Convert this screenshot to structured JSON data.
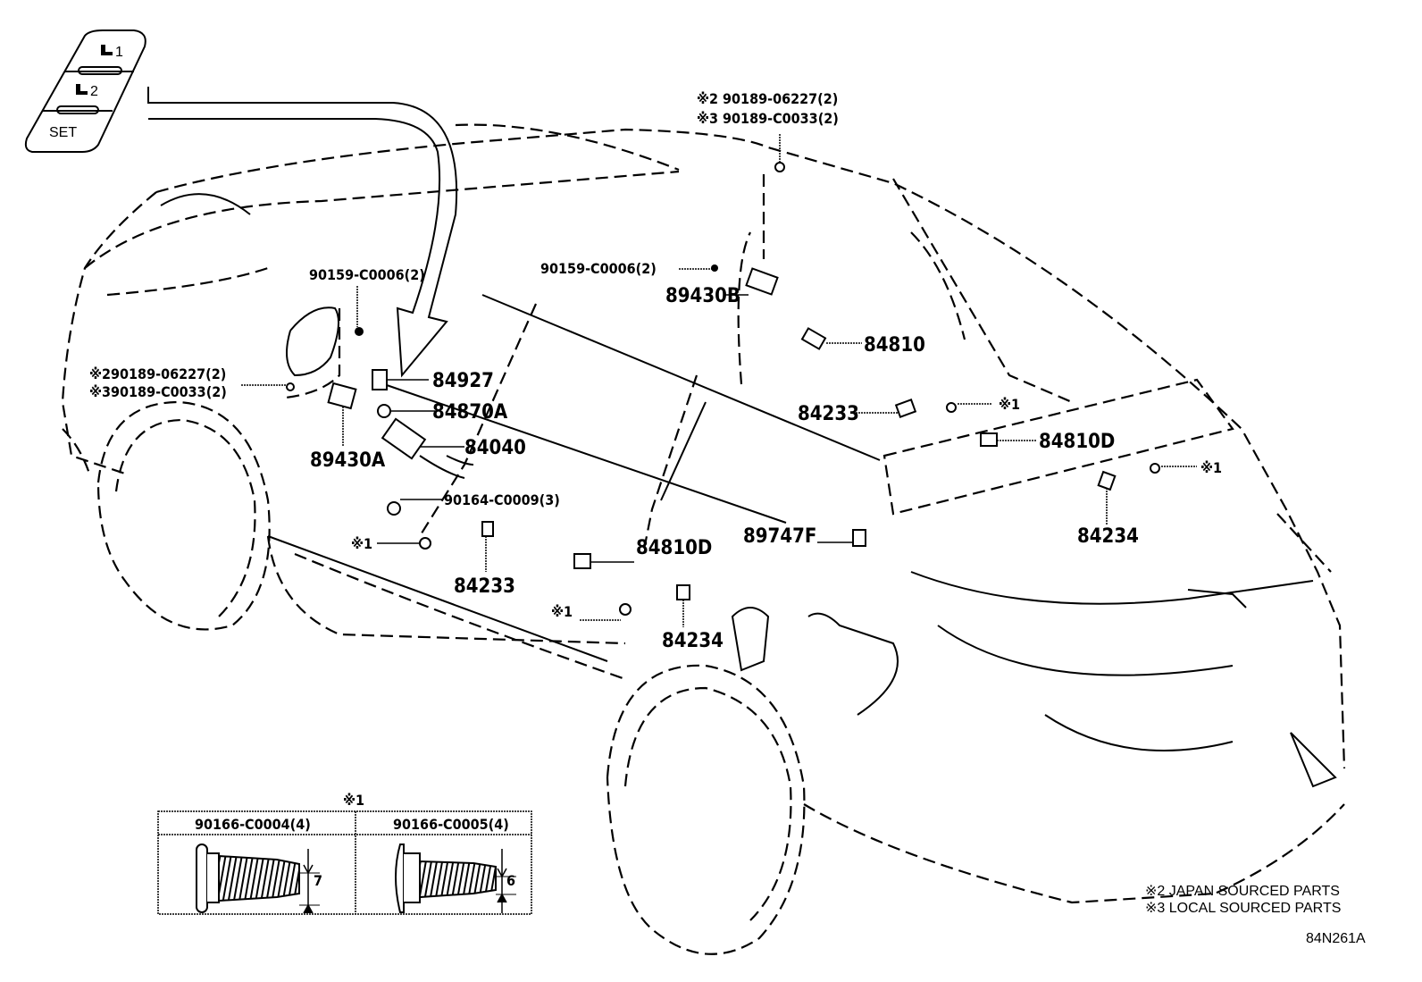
{
  "diagram": {
    "title_code": "84N261A",
    "switch_panel": {
      "buttons": [
        "1",
        "2"
      ],
      "set_label": "SET"
    },
    "callouts": [
      {
        "id": "c-90189-top-2",
        "text": "※2 90189-06227(2)"
      },
      {
        "id": "c-90189-top-3",
        "text": "※3 90189-C0033(2)"
      },
      {
        "id": "c-90159-left",
        "text": "90159-C0006(2)"
      },
      {
        "id": "c-90159-right",
        "text": "90159-C0006(2)"
      },
      {
        "id": "c-89430B",
        "text": "89430B"
      },
      {
        "id": "c-84810",
        "text": "84810"
      },
      {
        "id": "c-90189-left-2",
        "text": "※290189-06227(2)"
      },
      {
        "id": "c-90189-left-3",
        "text": "※390189-C0033(2)"
      },
      {
        "id": "c-84927",
        "text": "84927"
      },
      {
        "id": "c-84870A",
        "text": "84870A"
      },
      {
        "id": "c-84040",
        "text": "84040"
      },
      {
        "id": "c-89430A",
        "text": "89430A"
      },
      {
        "id": "c-90164",
        "text": "90164-C0009(3)"
      },
      {
        "id": "c-84233-right",
        "text": "84233"
      },
      {
        "id": "c-ref1-a",
        "text": "※1"
      },
      {
        "id": "c-84810D-right",
        "text": "84810D"
      },
      {
        "id": "c-ref1-b",
        "text": "※1"
      },
      {
        "id": "c-84234-right",
        "text": "84234"
      },
      {
        "id": "c-ref1-c",
        "text": "※1"
      },
      {
        "id": "c-84233-left",
        "text": "84233"
      },
      {
        "id": "c-84810D-left",
        "text": "84810D"
      },
      {
        "id": "c-89747F",
        "text": "89747F"
      },
      {
        "id": "c-ref1-d",
        "text": "※1"
      },
      {
        "id": "c-84234-left",
        "text": "84234"
      }
    ],
    "screw_table": {
      "ref": "※1",
      "columns": [
        {
          "part": "90166-C0004(4)",
          "dimension": "7"
        },
        {
          "part": "90166-C0005(4)",
          "dimension": "6"
        }
      ]
    },
    "legend": [
      "※2 JAPAN SOURCED PARTS",
      "※3 LOCAL SOURCED PARTS"
    ]
  }
}
